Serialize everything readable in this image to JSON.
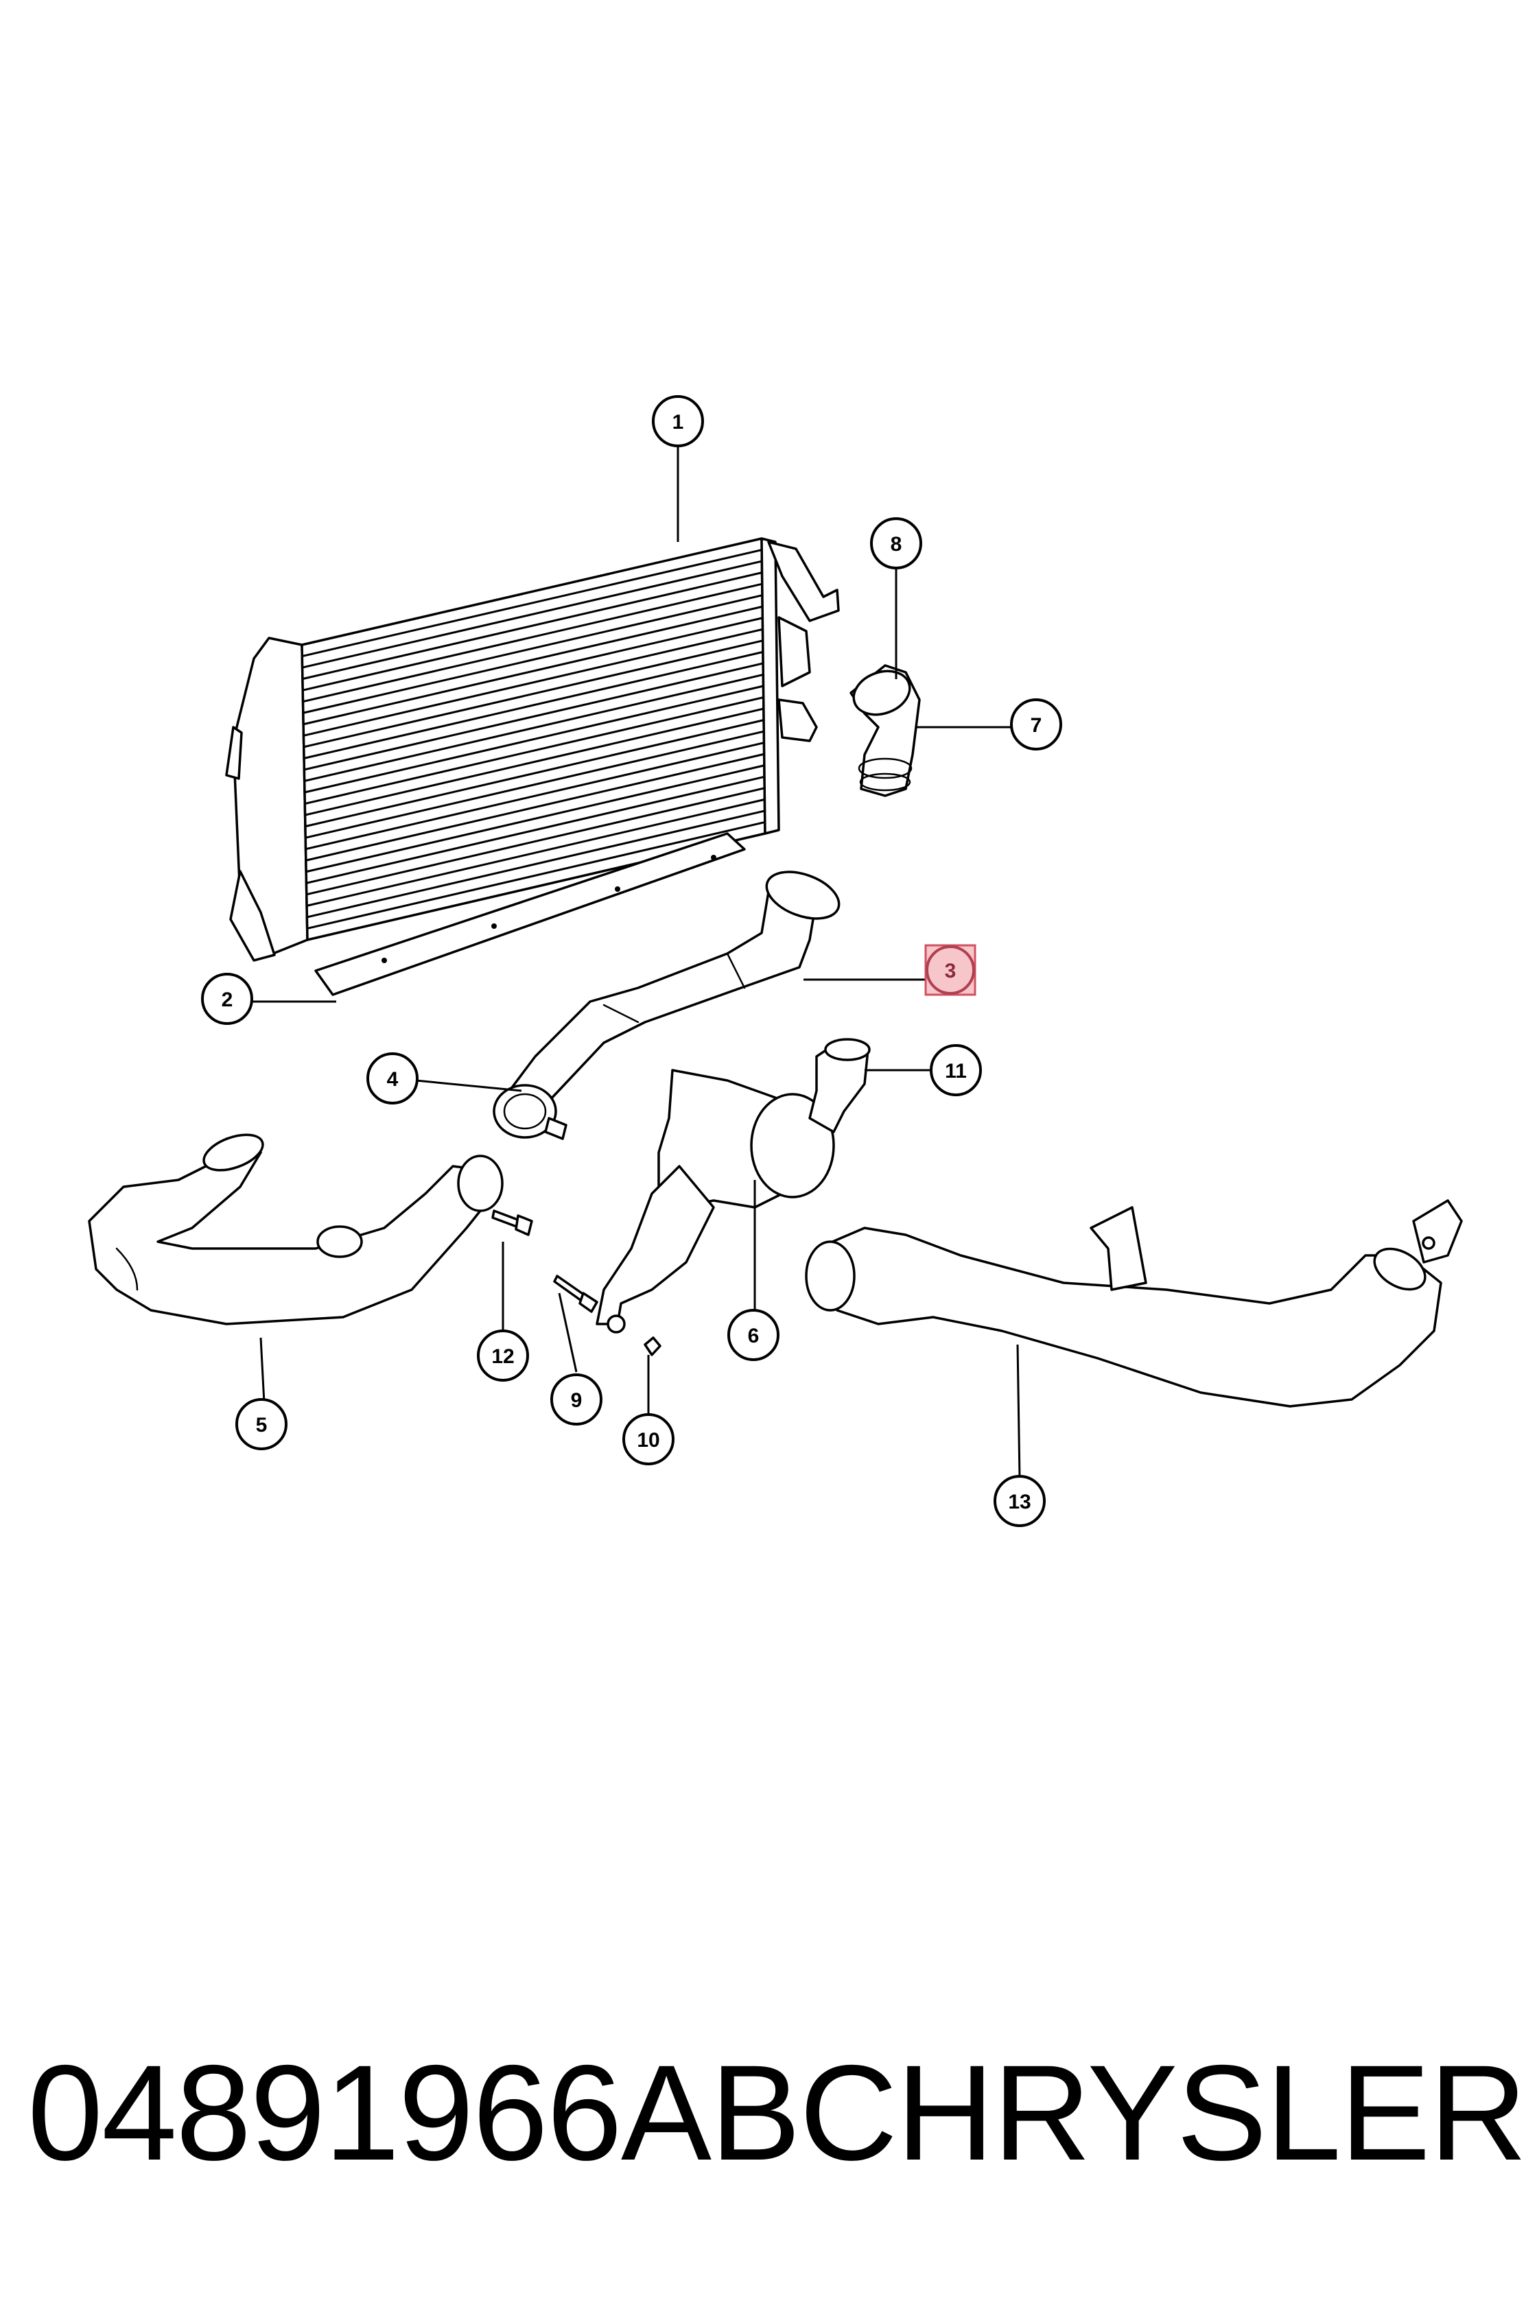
{
  "caption": {
    "part_number": "04891966AB",
    "brand": "CHRYSLER"
  },
  "callouts": {
    "c1": "1",
    "c2": "2",
    "c3": "3",
    "c4": "4",
    "c5": "5",
    "c6": "6",
    "c7": "7",
    "c8": "8",
    "c9": "9",
    "c10": "10",
    "c11": "11",
    "c12": "12",
    "c13": "13"
  },
  "highlighted_callout": "3",
  "colors": {
    "line": "#000000",
    "background": "#ffffff",
    "highlight_fill": "#f7c6cb",
    "highlight_stroke": "#d05060"
  }
}
